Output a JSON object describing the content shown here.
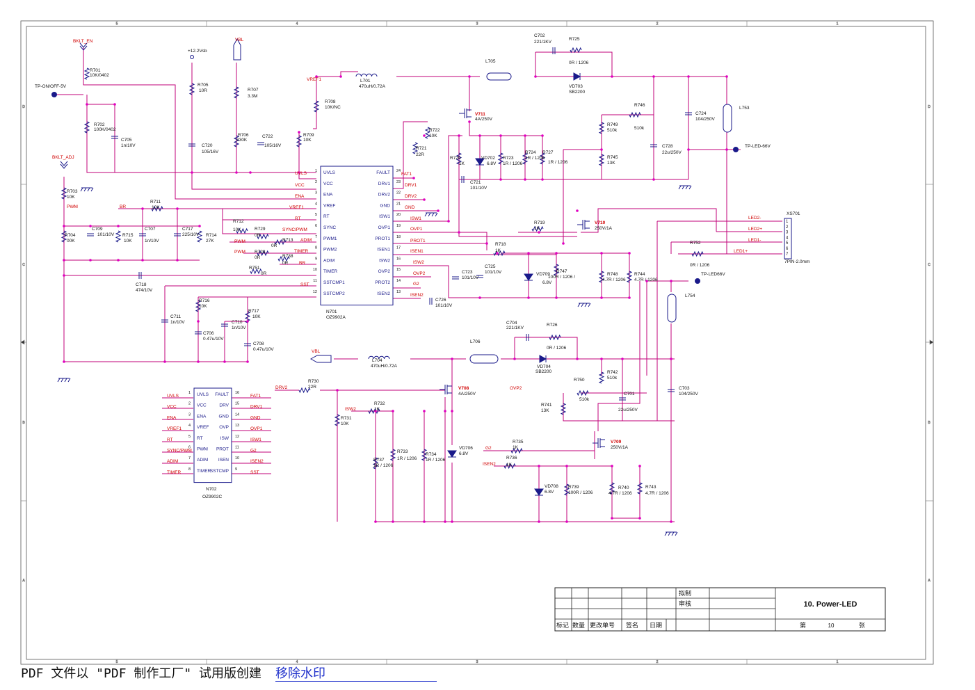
{
  "border": {
    "col_labels": [
      "5",
      "4",
      "3",
      "2",
      "1"
    ],
    "row_labels": [
      "D",
      "C",
      "B",
      "A"
    ]
  },
  "ic": {
    "n701": {
      "ref": "N701",
      "part": "OZ9902A",
      "left_pins": [
        {
          "n": "1",
          "name": "UVLS",
          "net": "UVLS"
        },
        {
          "n": "2",
          "name": "VCC",
          "net": "VCC"
        },
        {
          "n": "3",
          "name": "ENA",
          "net": "ENA"
        },
        {
          "n": "4",
          "name": "VREF",
          "net": "VREF1"
        },
        {
          "n": "5",
          "name": "RT",
          "net": "RT"
        },
        {
          "n": "6",
          "name": "SYNC",
          "net": "SYNC/PWM"
        },
        {
          "n": "7",
          "name": "PWM1",
          "net": "ADIM"
        },
        {
          "n": "8",
          "name": "PWM2",
          "net": "TIMER"
        },
        {
          "n": "9",
          "name": "ADIM",
          "net": "BR"
        },
        {
          "n": "10",
          "name": "TIMER",
          "net": ""
        },
        {
          "n": "11",
          "name": "SSTCMP1",
          "net": "SST"
        },
        {
          "n": "12",
          "name": "SSTCMP2",
          "net": ""
        }
      ],
      "right_pins": [
        {
          "n": "24",
          "name": "FAULT",
          "net": "FAT1"
        },
        {
          "n": "23",
          "name": "DRV1",
          "net": "DRV1"
        },
        {
          "n": "22",
          "name": "DRV2",
          "net": "DRV2"
        },
        {
          "n": "21",
          "name": "GND",
          "net": "GND"
        },
        {
          "n": "20",
          "name": "ISW1",
          "net": "ISW1"
        },
        {
          "n": "19",
          "name": "OVP1",
          "net": "OVP1"
        },
        {
          "n": "18",
          "name": "PROT1",
          "net": "PROT1"
        },
        {
          "n": "17",
          "name": "ISEN1",
          "net": "ISEN1"
        },
        {
          "n": "16",
          "name": "ISW2",
          "net": "ISW2"
        },
        {
          "n": "15",
          "name": "OVP2",
          "net": "OVP2"
        },
        {
          "n": "14",
          "name": "PROT2",
          "net": "G2"
        },
        {
          "n": "13",
          "name": "ISEN2",
          "net": "ISEN2"
        }
      ]
    },
    "n702": {
      "ref": "N702",
      "part": "OZ9902C",
      "left_pins": [
        {
          "n": "1",
          "name": "UVLS",
          "net": "UVLS"
        },
        {
          "n": "2",
          "name": "VCC",
          "net": "VCC"
        },
        {
          "n": "3",
          "name": "ENA",
          "net": "ENA"
        },
        {
          "n": "4",
          "name": "VREF",
          "net": "VREF1"
        },
        {
          "n": "5",
          "name": "RT",
          "net": "RT"
        },
        {
          "n": "6",
          "name": "PWM",
          "net": "SYNC/PWM"
        },
        {
          "n": "7",
          "name": "ADIM",
          "net": "ADIM"
        },
        {
          "n": "8",
          "name": "TIMER",
          "net": "TIMER"
        }
      ],
      "right_pins": [
        {
          "n": "16",
          "name": "FAULT",
          "net": "FAT1"
        },
        {
          "n": "15",
          "name": "DRV",
          "net": "DRV1"
        },
        {
          "n": "14",
          "name": "GND",
          "net": "GND"
        },
        {
          "n": "13",
          "name": "OVP",
          "net": "OVP1"
        },
        {
          "n": "12",
          "name": "ISW",
          "net": "ISW1"
        },
        {
          "n": "11",
          "name": "PROT",
          "net": "G2"
        },
        {
          "n": "10",
          "name": "ISEN",
          "net": "ISEN2"
        },
        {
          "n": "9",
          "name": "SSTCMP",
          "net": "SST"
        }
      ]
    }
  },
  "labels": [
    {
      "id": "bklt_en",
      "t": "BKLT_EN",
      "red": true
    },
    {
      "id": "tp_onoff",
      "t": "TP-ON/OFF-5V"
    },
    {
      "id": "r701",
      "t": "R701"
    },
    {
      "id": "r701v",
      "t": "10K/0402"
    },
    {
      "id": "r702",
      "t": "R702"
    },
    {
      "id": "r702v",
      "t": "100K/0402"
    },
    {
      "id": "c705",
      "t": "C705"
    },
    {
      "id": "c705v",
      "t": "1n/10V"
    },
    {
      "id": "bklt_adj",
      "t": "BKLT_ADJ",
      "red": true
    },
    {
      "id": "r703",
      "t": "R703"
    },
    {
      "id": "r703v",
      "t": "10K"
    },
    {
      "id": "pwm1",
      "t": "PWM",
      "red": true
    },
    {
      "id": "r704",
      "t": "R704"
    },
    {
      "id": "r704v",
      "t": "00K"
    },
    {
      "id": "c709",
      "t": "C709"
    },
    {
      "id": "c709v",
      "t": "101/10V"
    },
    {
      "id": "br",
      "t": "BR",
      "red": true
    },
    {
      "id": "r711",
      "t": "R711"
    },
    {
      "id": "r711v",
      "t": "10K"
    },
    {
      "id": "r715",
      "t": "R715"
    },
    {
      "id": "r715v",
      "t": "10K"
    },
    {
      "id": "c707",
      "t": "C707"
    },
    {
      "id": "c707v",
      "t": "1n/10V"
    },
    {
      "id": "c717",
      "t": "C717"
    },
    {
      "id": "c717v",
      "t": "225/10V"
    },
    {
      "id": "r714",
      "t": "R714"
    },
    {
      "id": "r714v",
      "t": "27K"
    },
    {
      "id": "v12",
      "t": "+12.2Vsb"
    },
    {
      "id": "r705",
      "t": "R705"
    },
    {
      "id": "r705v",
      "t": "10R"
    },
    {
      "id": "c720",
      "t": "C720"
    },
    {
      "id": "c720v",
      "t": "105/16V"
    },
    {
      "id": "vbl1",
      "t": "VBL",
      "red": true
    },
    {
      "id": "r707",
      "t": "R707"
    },
    {
      "id": "r707v",
      "t": "3.3M"
    },
    {
      "id": "r706",
      "t": "R706"
    },
    {
      "id": "r706v",
      "t": "330K"
    },
    {
      "id": "c722",
      "t": "C722"
    },
    {
      "id": "c722v",
      "t": "105/16V"
    },
    {
      "id": "vref1a",
      "t": "VREF1",
      "red": true
    },
    {
      "id": "r708",
      "t": "R708"
    },
    {
      "id": "r708v",
      "t": "10K/NC"
    },
    {
      "id": "r709",
      "t": "R709"
    },
    {
      "id": "r709v",
      "t": "10K"
    },
    {
      "id": "uvls",
      "t": "UVLS",
      "red": true
    },
    {
      "id": "vcc",
      "t": "VCC",
      "red": true
    },
    {
      "id": "ena",
      "t": "ENA",
      "red": true
    },
    {
      "id": "vref1b",
      "t": "VREF1",
      "red": true
    },
    {
      "id": "rt",
      "t": "RT",
      "red": true
    },
    {
      "id": "r712",
      "t": "R712"
    },
    {
      "id": "r712v",
      "t": "10K"
    },
    {
      "id": "r729",
      "t": "R729"
    },
    {
      "id": "r729v",
      "t": "0R"
    },
    {
      "id": "syncpwm",
      "t": "SYNC/PWM",
      "red": true
    },
    {
      "id": "r713",
      "t": "R713"
    },
    {
      "id": "r713v",
      "t": "0R"
    },
    {
      "id": "adim",
      "t": "ADIM",
      "red": true
    },
    {
      "id": "pwm2",
      "t": "PWM",
      "red": true
    },
    {
      "id": "pwm3",
      "t": "PWM",
      "red": true
    },
    {
      "id": "r728",
      "t": "R728"
    },
    {
      "id": "r728v",
      "t": "0R"
    },
    {
      "id": "r738",
      "t": "R738"
    },
    {
      "id": "r738v",
      "t": "0R"
    },
    {
      "id": "timer",
      "t": "TIMER",
      "red": true
    },
    {
      "id": "br2",
      "t": "BR",
      "red": true
    },
    {
      "id": "r751",
      "t": "R751"
    },
    {
      "id": "r751v",
      "t": "0R"
    },
    {
      "id": "c718",
      "t": "C718"
    },
    {
      "id": "c718v",
      "t": "474/10V"
    },
    {
      "id": "sst",
      "t": "SST",
      "red": true
    },
    {
      "id": "r716",
      "t": "R716"
    },
    {
      "id": "r716v",
      "t": "10K"
    },
    {
      "id": "c711",
      "t": "C711"
    },
    {
      "id": "c711v",
      "t": "1n/10V"
    },
    {
      "id": "c706",
      "t": "C706"
    },
    {
      "id": "c706v",
      "t": "0.47u/10V"
    },
    {
      "id": "c710",
      "t": "C710"
    },
    {
      "id": "c710v",
      "t": "1n/10V"
    },
    {
      "id": "r717",
      "t": "R717"
    },
    {
      "id": "r717v",
      "t": "10K"
    },
    {
      "id": "c708",
      "t": "C708"
    },
    {
      "id": "c708v",
      "t": "0.47u/10V"
    },
    {
      "id": "l701",
      "t": "L701"
    },
    {
      "id": "l701v",
      "t": "470uH/0.72A"
    },
    {
      "id": "c702",
      "t": "C702"
    },
    {
      "id": "c702v",
      "t": "221/1KV"
    },
    {
      "id": "r725",
      "t": "R725"
    },
    {
      "id": "r725v",
      "t": "0R / 1206"
    },
    {
      "id": "l705",
      "t": "L705"
    },
    {
      "id": "vd703",
      "t": "VD703"
    },
    {
      "id": "vd703v",
      "t": "SB2200"
    },
    {
      "id": "v711",
      "t": "V711",
      "red": true
    },
    {
      "id": "v711v",
      "t": "4A/250V"
    },
    {
      "id": "r722",
      "t": "R722"
    },
    {
      "id": "r722v",
      "t": "10K"
    },
    {
      "id": "r721",
      "t": "R721"
    },
    {
      "id": "r721v",
      "t": "22R"
    },
    {
      "id": "r720",
      "t": "R720"
    },
    {
      "id": "r720v",
      "t": "1K"
    },
    {
      "id": "vd702",
      "t": "VD702"
    },
    {
      "id": "vd702v",
      "t": "6.8V"
    },
    {
      "id": "r723",
      "t": "R723"
    },
    {
      "id": "r723v",
      "t": "1R / 1206"
    },
    {
      "id": "r724",
      "t": "R724"
    },
    {
      "id": "r724v",
      "t": "1R / 1206"
    },
    {
      "id": "r727",
      "t": "R727"
    },
    {
      "id": "r727v",
      "t": "1R / 1206"
    },
    {
      "id": "c721",
      "t": "C721"
    },
    {
      "id": "c721v",
      "t": "101/10V"
    },
    {
      "id": "r746",
      "t": "R746"
    },
    {
      "id": "r746v",
      "t": "510k"
    },
    {
      "id": "r749",
      "t": "R749"
    },
    {
      "id": "r749v",
      "t": "510k"
    },
    {
      "id": "r745",
      "t": "R745"
    },
    {
      "id": "r745v",
      "t": "13K"
    },
    {
      "id": "c728",
      "t": "C728"
    },
    {
      "id": "c728v",
      "t": "22u/250V"
    },
    {
      "id": "c724",
      "t": "C724"
    },
    {
      "id": "c724v",
      "t": "104/250V"
    },
    {
      "id": "l753",
      "t": "L753"
    },
    {
      "id": "tpled66",
      "t": "TP-LED-66V"
    },
    {
      "id": "drv1",
      "t": "DRV1",
      "red": true
    },
    {
      "id": "fat1",
      "t": "FAT1",
      "red": true
    },
    {
      "id": "drv2",
      "t": "DRV2",
      "red": true
    },
    {
      "id": "gnd",
      "t": "GND",
      "red": true
    },
    {
      "id": "isw1",
      "t": "ISW1",
      "red": true
    },
    {
      "id": "ovp1",
      "t": "OVP1",
      "red": true
    },
    {
      "id": "prot1",
      "t": "PROT1",
      "red": true
    },
    {
      "id": "isen1",
      "t": "ISEN1",
      "red": true
    },
    {
      "id": "isw2",
      "t": "ISW2",
      "red": true
    },
    {
      "id": "ovp2",
      "t": "OVP2",
      "red": true
    },
    {
      "id": "g2",
      "t": "G2",
      "red": true
    },
    {
      "id": "isen2",
      "t": "ISEN2",
      "red": true
    },
    {
      "id": "r719",
      "t": "R719"
    },
    {
      "id": "r719v",
      "t": "1K"
    },
    {
      "id": "v710",
      "t": "V710",
      "red": true
    },
    {
      "id": "v710v",
      "t": "250V/1A"
    },
    {
      "id": "r718",
      "t": "R718"
    },
    {
      "id": "r718v",
      "t": "1K"
    },
    {
      "id": "c723",
      "t": "C723"
    },
    {
      "id": "c723v",
      "t": "101/10V"
    },
    {
      "id": "c725",
      "t": "C725"
    },
    {
      "id": "c725v",
      "t": "101/10V"
    },
    {
      "id": "vd709",
      "t": "VD709"
    },
    {
      "id": "vd709v",
      "t": "6.8V"
    },
    {
      "id": "r747",
      "t": "R747"
    },
    {
      "id": "r747v",
      "t": "100R / 1206 /"
    },
    {
      "id": "r748",
      "t": "R748"
    },
    {
      "id": "r748v",
      "t": "4.7R / 1206"
    },
    {
      "id": "r744",
      "t": "R744"
    },
    {
      "id": "r744v",
      "t": "4.7R / 1206"
    },
    {
      "id": "c726",
      "t": "C726"
    },
    {
      "id": "c726v",
      "t": "101/10V"
    },
    {
      "id": "n701ref",
      "t": "N701"
    },
    {
      "id": "n701part",
      "t": "OZ9902A"
    },
    {
      "id": "led2m",
      "t": "LED2-",
      "red": true
    },
    {
      "id": "led2p",
      "t": "LED2+",
      "red": true
    },
    {
      "id": "led1m",
      "t": "LED1-",
      "red": true
    },
    {
      "id": "led1p",
      "t": "LED1+",
      "red": true
    },
    {
      "id": "xs701",
      "t": "XS701"
    },
    {
      "id": "xs701v",
      "t": "7PIN-2.0mm"
    },
    {
      "id": "r752",
      "t": "R752"
    },
    {
      "id": "r752v",
      "t": "0R / 1206"
    },
    {
      "id": "tpled66b",
      "t": "TP-LED66V"
    },
    {
      "id": "l754",
      "t": "L754"
    },
    {
      "id": "c704",
      "t": "C704"
    },
    {
      "id": "c704v",
      "t": "221/1KV"
    },
    {
      "id": "r726",
      "t": "R726"
    },
    {
      "id": "r726v",
      "t": "0R / 1206"
    },
    {
      "id": "l706",
      "t": "L706"
    },
    {
      "id": "vd704",
      "t": "VD704"
    },
    {
      "id": "vd704v",
      "t": "SB2200"
    },
    {
      "id": "vbl2",
      "t": "VBL",
      "red": true
    },
    {
      "id": "l704",
      "t": "L704"
    },
    {
      "id": "l704v",
      "t": "470uH/0.72A"
    },
    {
      "id": "r742",
      "t": "R742"
    },
    {
      "id": "r742v",
      "t": "510k"
    },
    {
      "id": "r750",
      "t": "R750"
    },
    {
      "id": "r750v",
      "t": "510k"
    },
    {
      "id": "ovp2b",
      "t": "OVP2",
      "red": true
    },
    {
      "id": "r741",
      "t": "R741"
    },
    {
      "id": "r741v",
      "t": "13K"
    },
    {
      "id": "c701",
      "t": "C701"
    },
    {
      "id": "c701v",
      "t": "22u/250V"
    },
    {
      "id": "c703",
      "t": "C703"
    },
    {
      "id": "c703v",
      "t": "104/250V"
    },
    {
      "id": "drv2b",
      "t": "DRV2",
      "red": true
    },
    {
      "id": "r730",
      "t": "R730"
    },
    {
      "id": "r730v",
      "t": "22R"
    },
    {
      "id": "v708",
      "t": "V708",
      "red": true
    },
    {
      "id": "v708v",
      "t": "4A/250V"
    },
    {
      "id": "isw2b",
      "t": "ISW2",
      "red": true
    },
    {
      "id": "r732",
      "t": "R732"
    },
    {
      "id": "r732v",
      "t": "1K"
    },
    {
      "id": "r731",
      "t": "R731"
    },
    {
      "id": "r731v",
      "t": "10K"
    },
    {
      "id": "r737",
      "t": "R737"
    },
    {
      "id": "r737v",
      "t": "1R / 1206"
    },
    {
      "id": "r733",
      "t": "R733"
    },
    {
      "id": "r733v",
      "t": "1R / 1206"
    },
    {
      "id": "r734",
      "t": "R734"
    },
    {
      "id": "r734v",
      "t": "1R / 1206"
    },
    {
      "id": "vd706",
      "t": "VD706"
    },
    {
      "id": "vd706v",
      "t": "6.8V"
    },
    {
      "id": "g2b",
      "t": "G2",
      "red": true
    },
    {
      "id": "r735",
      "t": "R735"
    },
    {
      "id": "r735v",
      "t": "1K"
    },
    {
      "id": "v709",
      "t": "V709",
      "red": true
    },
    {
      "id": "v709v",
      "t": "250V/1A"
    },
    {
      "id": "isen2b",
      "t": "ISEN2",
      "red": true
    },
    {
      "id": "r736",
      "t": "R736"
    },
    {
      "id": "r736v",
      "t": "1K"
    },
    {
      "id": "vd708",
      "t": "VD708"
    },
    {
      "id": "vd708v",
      "t": "6.8V"
    },
    {
      "id": "r739",
      "t": "R739"
    },
    {
      "id": "r739v",
      "t": "100R / 1206"
    },
    {
      "id": "r740",
      "t": "R740"
    },
    {
      "id": "r740v",
      "t": "4.7R / 1206"
    },
    {
      "id": "r743",
      "t": "R743"
    },
    {
      "id": "r743v",
      "t": "4.7R / 1206"
    },
    {
      "id": "n702ref",
      "t": "N702"
    },
    {
      "id": "n702part",
      "t": "OZ9902C"
    },
    {
      "id": "xs_pins",
      "t": "1 2 3 4 5 6 7"
    }
  ],
  "title_block": {
    "draw": "拟制",
    "check": "审核",
    "title": "10. Power-LED",
    "sheet_prefix": "第",
    "sheet_no": "10",
    "sheet_suffix": "张",
    "cols": [
      "标记",
      "数量",
      "更改单号",
      "签名",
      "日期"
    ]
  },
  "footer": {
    "text": "PDF 文件以 \"PDF 制作工厂\" 试用版创建",
    "link": "移除水印"
  },
  "colors": {
    "wire": "#c0007a",
    "label_red": "#d00000",
    "ink": "#1a1a8a"
  }
}
